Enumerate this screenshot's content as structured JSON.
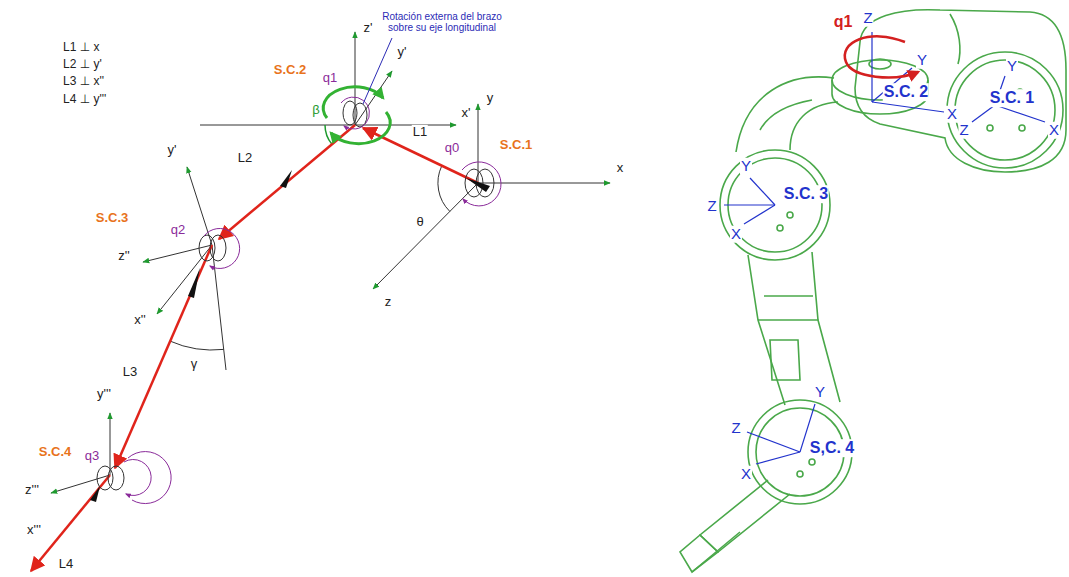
{
  "diagram": {
    "labels": [
      "L1 ⊥ x",
      "L2 ⊥ y'",
      "L3 ⊥ x''",
      "L4 ⊥ y'''",
      "Rotación externa del brazo sobre su eje longitudinal",
      "z'",
      "y'",
      "x'",
      "q1",
      "S.C.2",
      "β",
      "y",
      "x",
      "z",
      "L1",
      "q0",
      "S.C.1",
      "θ",
      "L2",
      "y'",
      "S.C.3",
      "q2",
      "z''",
      "x''",
      "γ",
      "L3",
      "y'''",
      "S.C.4",
      "q3",
      "z'''",
      "x'''",
      "L4",
      "q1",
      "Z",
      "Y",
      "S.C. 2",
      "X",
      "Y",
      "S.C. 1",
      "Z",
      "X",
      "Y",
      "Z",
      "S.C. 3",
      "X",
      "Y",
      "Z",
      "S,C. 4",
      "X"
    ]
  }
}
